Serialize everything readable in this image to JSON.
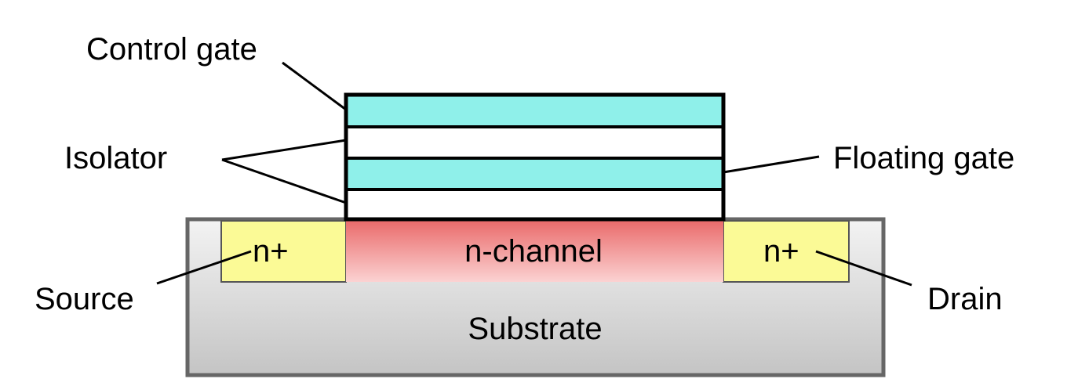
{
  "labels": {
    "control_gate": "Control gate",
    "isolator": "Isolator",
    "floating_gate": "Floating gate",
    "source": "Source",
    "drain": "Drain",
    "substrate": "Substrate",
    "n_channel": "n-channel",
    "n_plus_source": "n+",
    "n_plus_drain": "n+"
  },
  "colors": {
    "gate": "#8ff0ea",
    "isolator": "#ffffff",
    "n_plus": "#fbfa96",
    "channel_top": "#ea6b6b",
    "channel_bottom": "#fbd2d2",
    "substrate_top": "#f3f3f3",
    "substrate_bottom": "#c4c4c4",
    "substrate_border": "#666666",
    "outline": "#000000"
  }
}
